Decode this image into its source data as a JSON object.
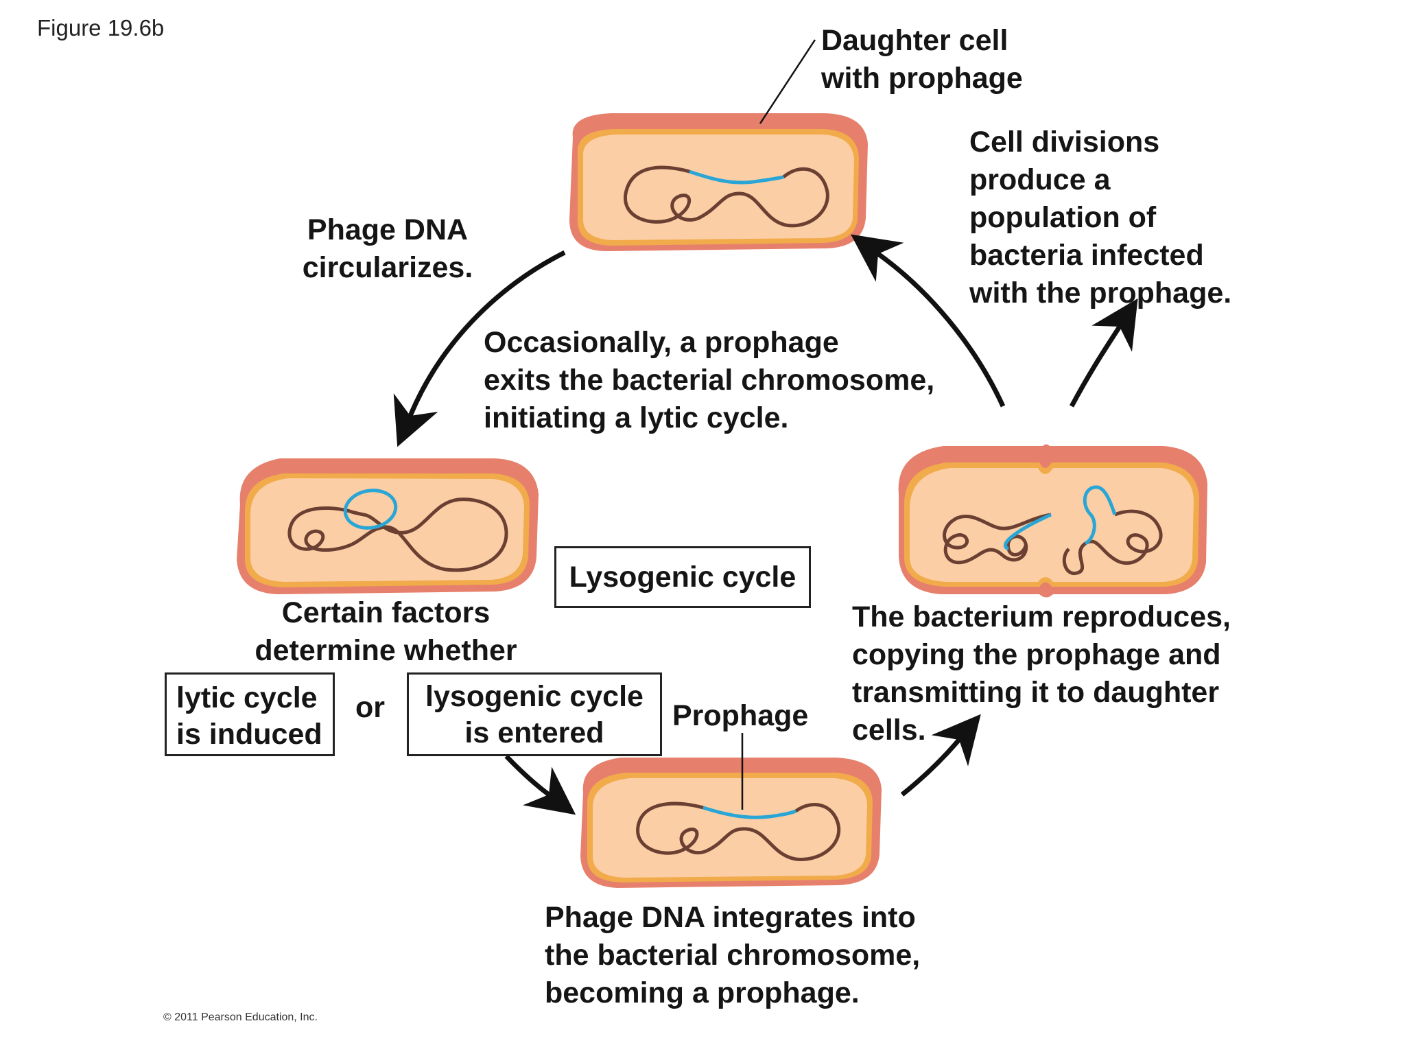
{
  "figure_label": "Figure 19.6b",
  "copyright": "© 2011 Pearson Education, Inc.",
  "labels": {
    "daughter_cell": [
      "Daughter cell",
      "with prophage"
    ],
    "cell_divisions": [
      "Cell divisions",
      "produce a",
      "population of",
      "bacteria infected",
      "with the prophage."
    ],
    "circularizes": [
      "Phage DNA",
      "circularizes."
    ],
    "occasionally": [
      "Occasionally, a prophage",
      "exits the bacterial chromosome,",
      "initiating a lytic cycle."
    ],
    "certain_factors": [
      "Certain factors",
      "determine whether"
    ],
    "or": "or",
    "prophage": "Prophage",
    "reproduces": [
      "The bacterium reproduces,",
      "copying the prophage and",
      "transmitting it to daughter",
      "cells."
    ],
    "integrates": [
      "Phage DNA integrates into",
      "the bacterial chromosome,",
      "becoming a prophage."
    ]
  },
  "boxes": {
    "lysogenic_cycle_title": "Lysogenic cycle",
    "lytic_induced": [
      "lytic cycle",
      "is induced"
    ],
    "lysogenic_entered": [
      "lysogenic cycle",
      "is entered"
    ]
  },
  "colors": {
    "cell_wall": "#e8806e",
    "cell_wall_light": "#f4a08e",
    "membrane": "#f2b24a",
    "cytoplasm": "#fccfa6",
    "bacterial_dna": "#6b4032",
    "phage_dna": "#2aa6d6",
    "arrow": "#111111"
  }
}
